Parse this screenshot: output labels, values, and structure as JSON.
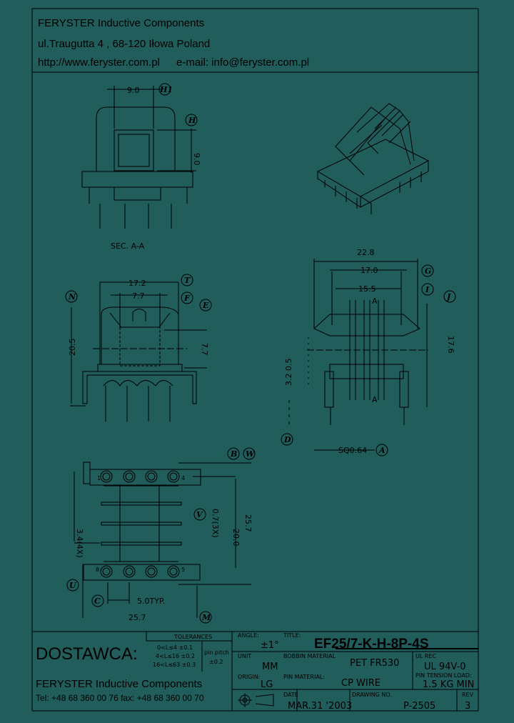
{
  "header": {
    "company": "FERYSTER Inductive Components",
    "address": "ul.Traugutta 4 , 68-120 Iłowa   Poland",
    "web": "http://www.feryster.com.pl",
    "email": "e-mail: info@feryster.com.pl"
  },
  "top_left_view": {
    "dim_width": "9.0",
    "dim_height": "9.0",
    "label_h1": "H1",
    "label_h": "H",
    "caption": "SEC. A-A"
  },
  "front_view": {
    "dim_outer": "17.2",
    "dim_inner": "7.7",
    "dim_height": "20.5",
    "dim_core": "7.7",
    "labels": [
      "T",
      "F",
      "E",
      "N"
    ]
  },
  "side_view": {
    "dim_total": "22.8",
    "dim_17": "17.0",
    "dim_15": "15.5",
    "dim_height": "17.6",
    "section": "A",
    "pin_dims": "3.2 0.5",
    "pin_size": "SQ0.64",
    "labels": [
      "G",
      "I",
      "J",
      "D",
      "A"
    ]
  },
  "bottom_view": {
    "dim_pitch4": "3.4(4X)",
    "dim_flange": "0.7(3X)",
    "dim_20": "20.0",
    "dim_25v": "25.7",
    "dim_pin_pitch": "5.0TYP.",
    "dim_25h": "25.7",
    "pin1": "1",
    "pin4": "4",
    "pin8": "8",
    "pin5": "5",
    "labels": [
      "B",
      "W",
      "V",
      "U",
      "C",
      "M"
    ]
  },
  "title_block": {
    "supplier_label": "DOSTAWCA:",
    "tolerances": {
      "header": "TOLERANCES",
      "rows": [
        "0<L≤4   ±0.1",
        "4<L≤16  ±0.2",
        "16<L≤63  ±0.3"
      ],
      "pin_pitch_label": "pin pitch",
      "pin_pitch_value": "±0.2"
    },
    "company": "FERYSTER Inductive Components",
    "contact": "Tel: +48 68 360 00 76  fax: +48 68 360 00 70",
    "angle_label": "ANGLE:",
    "angle_value": "±1°",
    "title_label": "TITLE:",
    "title_value": "EF25/7-K-H-8P-4S",
    "unit_label": "UNIT",
    "unit_value": "MM",
    "bobbin_label": "BOBBIN MATERIAL",
    "bobbin_value": "PET FR530",
    "ul_label": "UL REC",
    "ul_value": "UL 94V-0",
    "origin_label": "ORIGIN:",
    "origin_value": "LG",
    "pin_material_label": "PIN MATERIAL:",
    "pin_material_value": "CP WIRE",
    "pin_tension_label": "PIN TENSION LOAD:",
    "pin_tension_value": "1.5 KG MIN",
    "date_label": "DATE",
    "date_value": "MAR.31 '2003",
    "drawing_no_label": "DRAWING NO.",
    "drawing_no_value": "P-2505",
    "rev_label": "REV",
    "rev_value": "3"
  }
}
